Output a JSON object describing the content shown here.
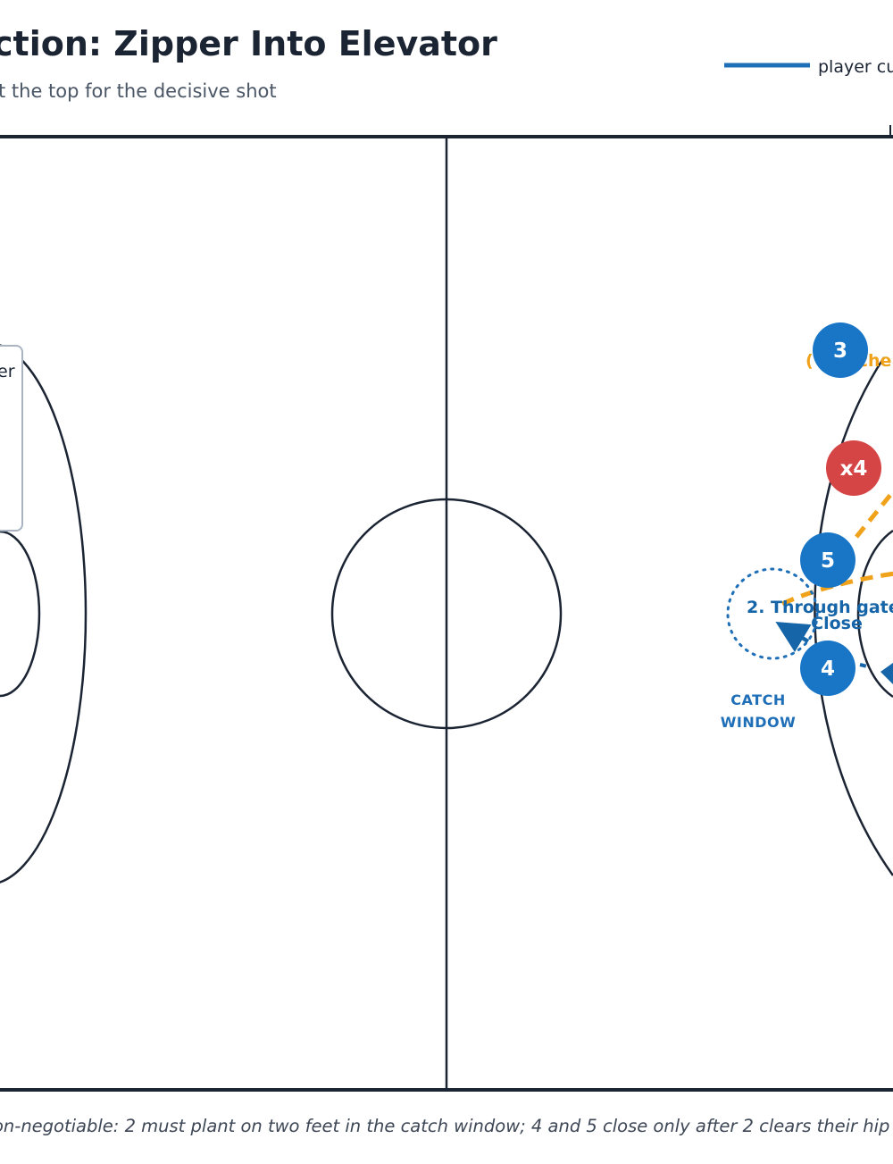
{
  "header": {
    "title": "ction: Zipper Into Elevator",
    "subtitle": "t the top for the decisive shot"
  },
  "legend": {
    "cut_label": "player cu",
    "cut_color": "#1f6fb8"
  },
  "note_box": {
    "text": "er"
  },
  "players": {
    "p3": "3",
    "p5": "5",
    "p4": "4",
    "x4": "x4"
  },
  "annotations": {
    "through_gate": "2. Through gate",
    "close": "Close",
    "catch_window_line1": "CATCH",
    "catch_window_line2": "WINDOW",
    "orange_partial": "che"
  },
  "footer": {
    "text": "on-negotiable: 2 must plant on two feet in the catch window; 4 and 5 close only after 2 clears their hip"
  },
  "colors": {
    "offense": "#1976c6",
    "defense": "#d64545",
    "screen": "#f0a21a",
    "court_line": "#1b2433",
    "cut": "#1f6fb8"
  }
}
